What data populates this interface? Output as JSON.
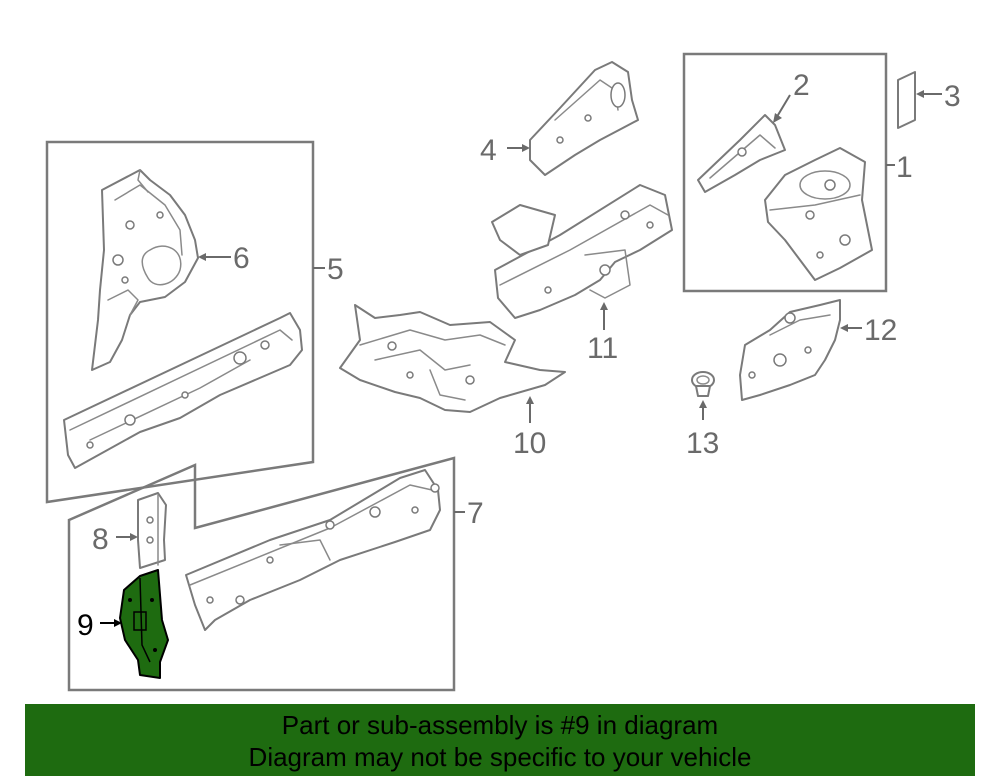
{
  "diagram": {
    "callouts": {
      "c1": "1",
      "c2": "2",
      "c3": "3",
      "c4": "4",
      "c5": "5",
      "c6": "6",
      "c7": "7",
      "c8": "8",
      "c9": "9",
      "c10": "10",
      "c11": "11",
      "c12": "12",
      "c13": "13"
    },
    "highlighted_part": "9",
    "highlight_color": "#1e6b10",
    "line_color": "#7a7a7a"
  },
  "banner": {
    "line1": "Part or sub-assembly is #9 in diagram",
    "line2": "Diagram may not be specific to your vehicle",
    "background_color": "#1e6b10"
  }
}
